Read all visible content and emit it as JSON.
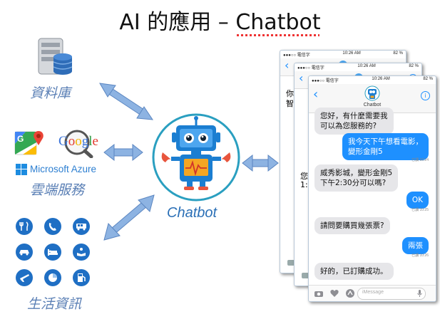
{
  "title_prefix": "AI 的應用 – ",
  "title_chat": "Chatbot",
  "sources": {
    "database_label": "資料庫",
    "cloud_label": "雲端服務",
    "ms_azure": "Microsoft Azure",
    "google_text": "Google",
    "life_label": "生活資訊"
  },
  "center_label": "Chatbot",
  "phone": {
    "carrier": "●●●○○ 電信字",
    "time": "10:26 AM",
    "battery": "82 %",
    "bot_name": "Chatbot",
    "back_glyph": "‹",
    "info_glyph": "i",
    "input_placeholder": "iMessage",
    "messages": [
      {
        "side": "left",
        "text": "您好，有什麼需要我\n可以為您服務的?"
      },
      {
        "side": "right",
        "text": "我今天下午想看電影，\n變形金剛5",
        "time": "已讀 10:24"
      },
      {
        "side": "left",
        "text": "威秀影城，變形金剛5\n下午2:30分可以嗎?"
      },
      {
        "side": "right",
        "text": "OK",
        "time": "已讀 10:25"
      },
      {
        "side": "left",
        "text": "請問要購買幾張票?"
      },
      {
        "side": "right",
        "text": "兩張",
        "time": "已讀 10:26"
      },
      {
        "side": "left",
        "text": "好的，已訂購成功。"
      }
    ],
    "back_fragments": [
      "你",
      "智",
      "您",
      "1:"
    ]
  },
  "colors": {
    "arrow": "#8db3e2",
    "arrow_stroke": "#5b86c1",
    "bot_blue": "#1b7ed1",
    "bot_ring": "#2a9fc0",
    "bubble_blue": "#1e90ff"
  }
}
